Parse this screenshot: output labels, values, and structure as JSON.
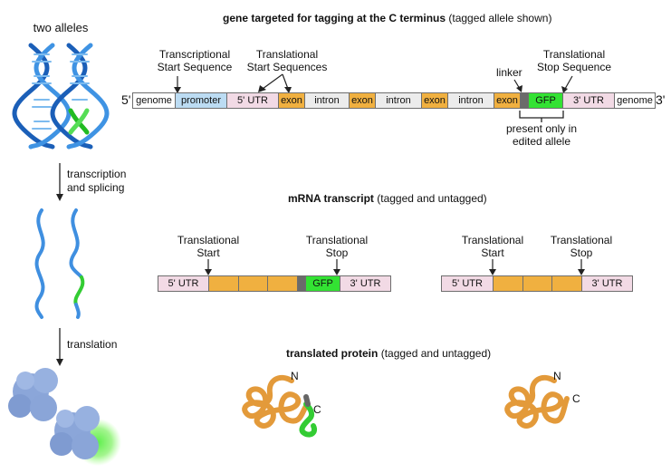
{
  "left": {
    "alleles_label": "two alleles",
    "step1_label_line1": "transcription",
    "step1_label_line2": "and splicing",
    "step2_label": "translation"
  },
  "gene": {
    "title_bold": "gene targeted for tagging at the C terminus",
    "title_rest": " (tagged allele shown)",
    "five_prime": "5'",
    "three_prime": "3'",
    "segments": {
      "genome_left": "genome",
      "promoter": "promoter",
      "utr5": "5' UTR",
      "exon1": "exon",
      "intron1": "intron",
      "exon2": "exon",
      "intron2": "intron",
      "exon3": "exon",
      "intron3": "intron",
      "exon4": "exon",
      "gfp": "GFP",
      "utr3": "3' UTR",
      "genome_right": "genome"
    },
    "labels": {
      "tss_line1": "Transcriptional",
      "tss_line2": "Start Sequence",
      "tls_line1": "Translational",
      "tls_line2": "Start Sequences",
      "linker": "linker",
      "stop_line1": "Translational",
      "stop_line2": "Stop Sequence",
      "edited_line1": "present only in",
      "edited_line2": "edited allele"
    }
  },
  "mrna": {
    "title_bold": "mRNA transcript",
    "title_rest": " (tagged and untagged)",
    "tagged": {
      "start_line1": "Translational",
      "start_line2": "Start",
      "stop_line1": "Translational",
      "stop_line2": "Stop",
      "utr5": "5' UTR",
      "gfp": "GFP",
      "utr3": "3' UTR"
    },
    "untagged": {
      "start_line1": "Translational",
      "start_line2": "Start",
      "stop_line1": "Translational",
      "stop_line2": "Stop",
      "utr5": "5' UTR",
      "utr3": "3' UTR"
    }
  },
  "protein": {
    "title_bold": "translated protein",
    "title_rest": " (tagged and untagged)",
    "tagged_n": "N",
    "tagged_c": "C",
    "untagged_n": "N",
    "untagged_c": "C"
  },
  "colors": {
    "dna_blue": "#2f76d2",
    "dna_light": "#5aa8ea",
    "gfp_green": "#33cc33",
    "exon_orange": "#f0b040",
    "protein_orange": "#e8a040",
    "ribosome": "#8aa6d8"
  }
}
